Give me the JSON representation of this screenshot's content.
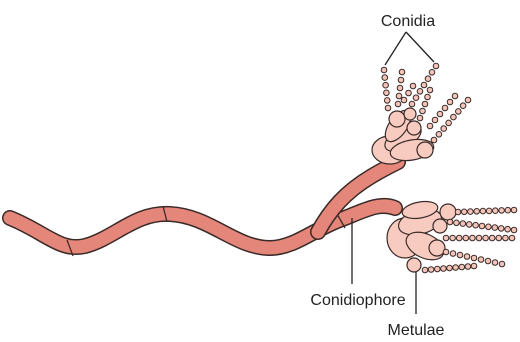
{
  "colors": {
    "hypha": "#e4867a",
    "outline": "#3a2a28",
    "metula": "#f7cbbf",
    "conidium": "#f4c4b8",
    "label": "#222222"
  },
  "labels": {
    "conidia": "Conidia",
    "conidiophore": "Conidiophore",
    "metulae": "Metulae"
  }
}
